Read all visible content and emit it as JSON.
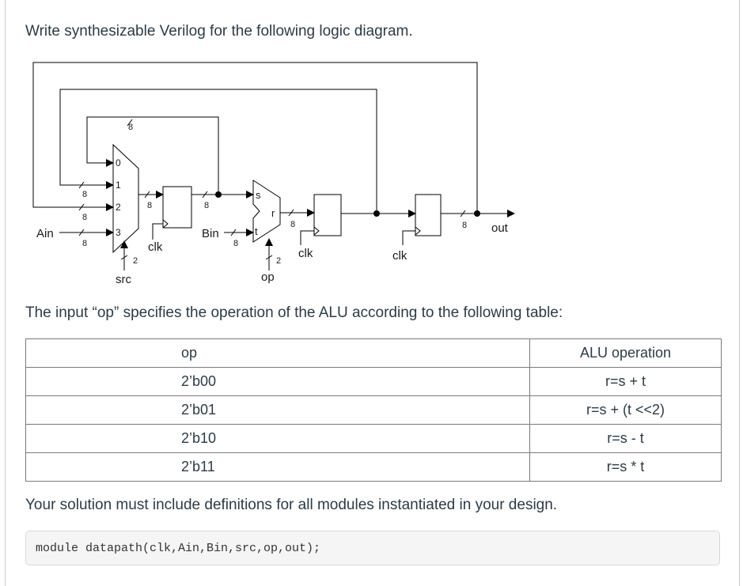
{
  "question": {
    "title": "Write synthesizable Verilog for the following logic diagram.",
    "op_description": "The input “op” specifies the operation of the ALU according to the following table:",
    "footer": "Your solution must include definitions for all modules instantiated in your design.",
    "code_stub": "module datapath(clk,Ain,Bin,src,op,out);"
  },
  "diagram": {
    "inputs": {
      "ain": "Ain",
      "bin": "Bin",
      "src": "src",
      "op": "op"
    },
    "output": "out",
    "clock": "clk",
    "mux_inputs": [
      "0",
      "1",
      "2",
      "3"
    ],
    "alu_ports": {
      "s": "s",
      "t": "t",
      "r": "r"
    },
    "bus_width": "8",
    "select_width": "2"
  },
  "table": {
    "headers": [
      "op",
      "ALU operation"
    ],
    "rows": [
      [
        "2’b00",
        "r=s + t"
      ],
      [
        "2’b01",
        "r=s + (t <<2)"
      ],
      [
        "2’b10",
        "r=s - t"
      ],
      [
        "2’b11",
        "r=s * t"
      ]
    ]
  }
}
